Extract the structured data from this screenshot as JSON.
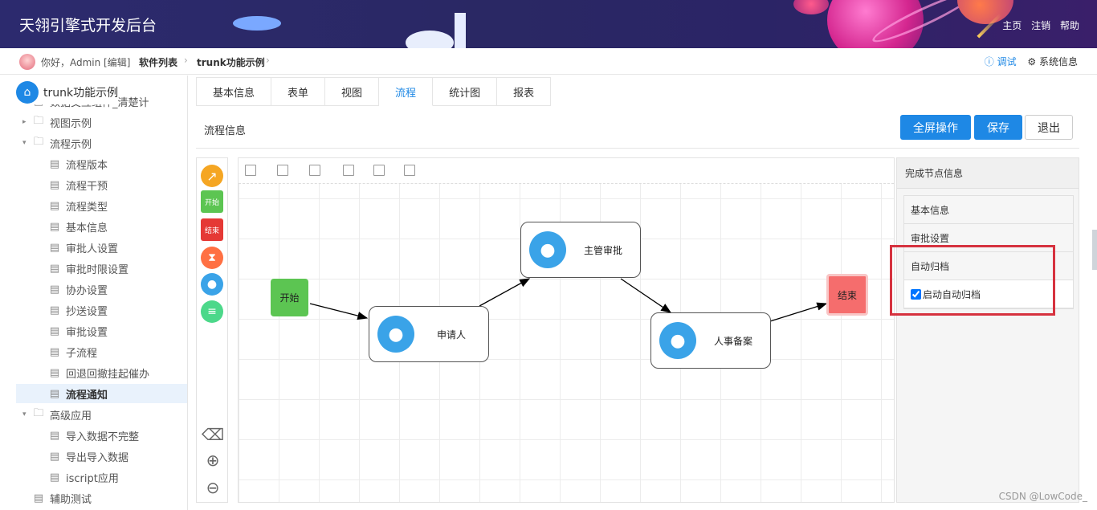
{
  "header": {
    "title": "天翎引擎式开发后台",
    "links": [
      "主页",
      "注销",
      "帮助"
    ]
  },
  "crumbs": {
    "greeting": "你好，Admin [编辑]",
    "path": [
      "软件列表",
      "trunk功能示例"
    ],
    "right": {
      "debug": "ⓘ 调试",
      "sysinfo": "⚙ 系统信息"
    }
  },
  "sidebar": {
    "root": "trunk功能示例",
    "items": [
      {
        "label": "数据交互组件_清楚计",
        "level": 1,
        "type": "file"
      },
      {
        "label": "视图示例",
        "level": 1,
        "type": "folder",
        "state": "collapsed"
      },
      {
        "label": "流程示例",
        "level": 1,
        "type": "folder",
        "state": "expanded"
      },
      {
        "label": "流程版本",
        "level": 2,
        "type": "file"
      },
      {
        "label": "流程干预",
        "level": 2,
        "type": "file"
      },
      {
        "label": "流程类型",
        "level": 2,
        "type": "file"
      },
      {
        "label": "基本信息",
        "level": 2,
        "type": "file"
      },
      {
        "label": "审批人设置",
        "level": 2,
        "type": "file"
      },
      {
        "label": "审批时限设置",
        "level": 2,
        "type": "file"
      },
      {
        "label": "协办设置",
        "level": 2,
        "type": "file"
      },
      {
        "label": "抄送设置",
        "level": 2,
        "type": "file"
      },
      {
        "label": "审批设置",
        "level": 2,
        "type": "file"
      },
      {
        "label": "子流程",
        "level": 2,
        "type": "file"
      },
      {
        "label": "回退回撤挂起催办",
        "level": 2,
        "type": "file"
      },
      {
        "label": "流程通知",
        "level": 2,
        "type": "file",
        "selected": true
      },
      {
        "label": "高级应用",
        "level": 1,
        "type": "folder",
        "state": "expanded"
      },
      {
        "label": "导入数据不完整",
        "level": 2,
        "type": "file"
      },
      {
        "label": "导出导入数据",
        "level": 2,
        "type": "file"
      },
      {
        "label": "iscript应用",
        "level": 2,
        "type": "file"
      },
      {
        "label": "辅助测试",
        "level": 1,
        "type": "file"
      }
    ]
  },
  "tabs": [
    {
      "label": "基本信息"
    },
    {
      "label": "表单"
    },
    {
      "label": "视图"
    },
    {
      "label": "流程",
      "active": true
    },
    {
      "label": "统计图"
    },
    {
      "label": "报表"
    }
  ],
  "toolbar": {
    "section_title": "流程信息",
    "fullscreen_label": "全屏操作",
    "save_label": "保存",
    "exit_label": "退出"
  },
  "palette": {
    "arrow_icon": "arrow-icon",
    "start_label": "开始",
    "end_label": "结束",
    "colors": {
      "arrow": "#f5a623",
      "start": "#5cc552",
      "end": "#e53935",
      "timer": "#ff7043",
      "user": "#3aa3e8",
      "settings": "#4cd88a"
    }
  },
  "flow": {
    "start": "开始",
    "end": "结束",
    "nodes": {
      "applicant": "申请人",
      "manager": "主管审批",
      "hr": "人事备案"
    }
  },
  "panel": {
    "title": "完成节点信息",
    "rows": {
      "basic": "基本信息",
      "approval": "审批设置",
      "archive": "自动归档",
      "enable_archive": "启动自动归档"
    },
    "enable_archive_checked": true
  },
  "watermark": "CSDN @LowCode_",
  "colors": {
    "accent": "#1e88e5",
    "highlight": "#d6323f"
  }
}
